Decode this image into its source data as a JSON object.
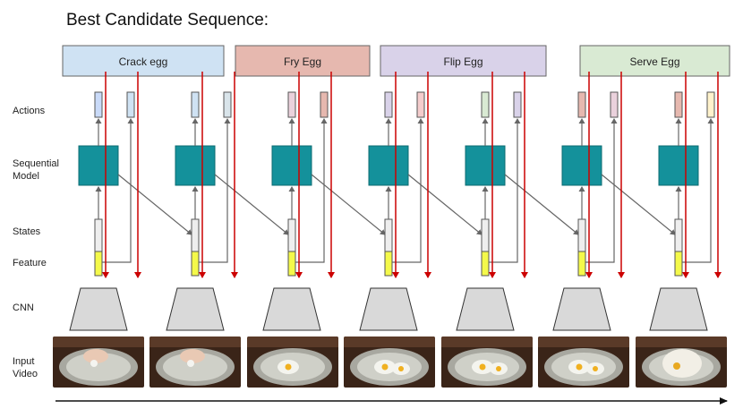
{
  "title": "Best Candidate Sequence:",
  "row_labels": {
    "actions": "Actions",
    "sequential_model_line1": "Sequential",
    "sequential_model_line2": "Model",
    "states": "States",
    "feature": "Feature",
    "cnn": "CNN",
    "input_video_line1": "Input",
    "input_video_line2": "Video"
  },
  "phases": [
    {
      "label": "Crack egg",
      "color": "#cfe2f3"
    },
    {
      "label": "Fry Egg",
      "color": "#e6b8af"
    },
    {
      "label": "Flip Egg",
      "color": "#d9d2e9"
    },
    {
      "label": "Serve Egg",
      "color": "#d9ead3"
    }
  ],
  "colors": {
    "model_box": "#14919b",
    "feature_fill": "#f4f94a",
    "state_fill": "#eeeeee",
    "cnn_fill": "#d9d9d9",
    "red_arrow": "#cc0000",
    "gray_arrow": "#666666"
  },
  "timesteps": [
    {
      "action_colors": [
        "#c9daf8",
        "#cfe2f3"
      ]
    },
    {
      "action_colors": [
        "#cfe2f3",
        "#d9e4ea"
      ]
    },
    {
      "action_colors": [
        "#ead1dc",
        "#e6b8af"
      ]
    },
    {
      "action_colors": [
        "#d9d2e9",
        "#f4cccc"
      ]
    },
    {
      "action_colors": [
        "#d9ead3",
        "#d9d2e9"
      ]
    },
    {
      "action_colors": [
        "#e6b8af",
        "#ead1dc"
      ]
    },
    {
      "action_colors": [
        "#e6b8af",
        "#fff2cc"
      ]
    }
  ]
}
